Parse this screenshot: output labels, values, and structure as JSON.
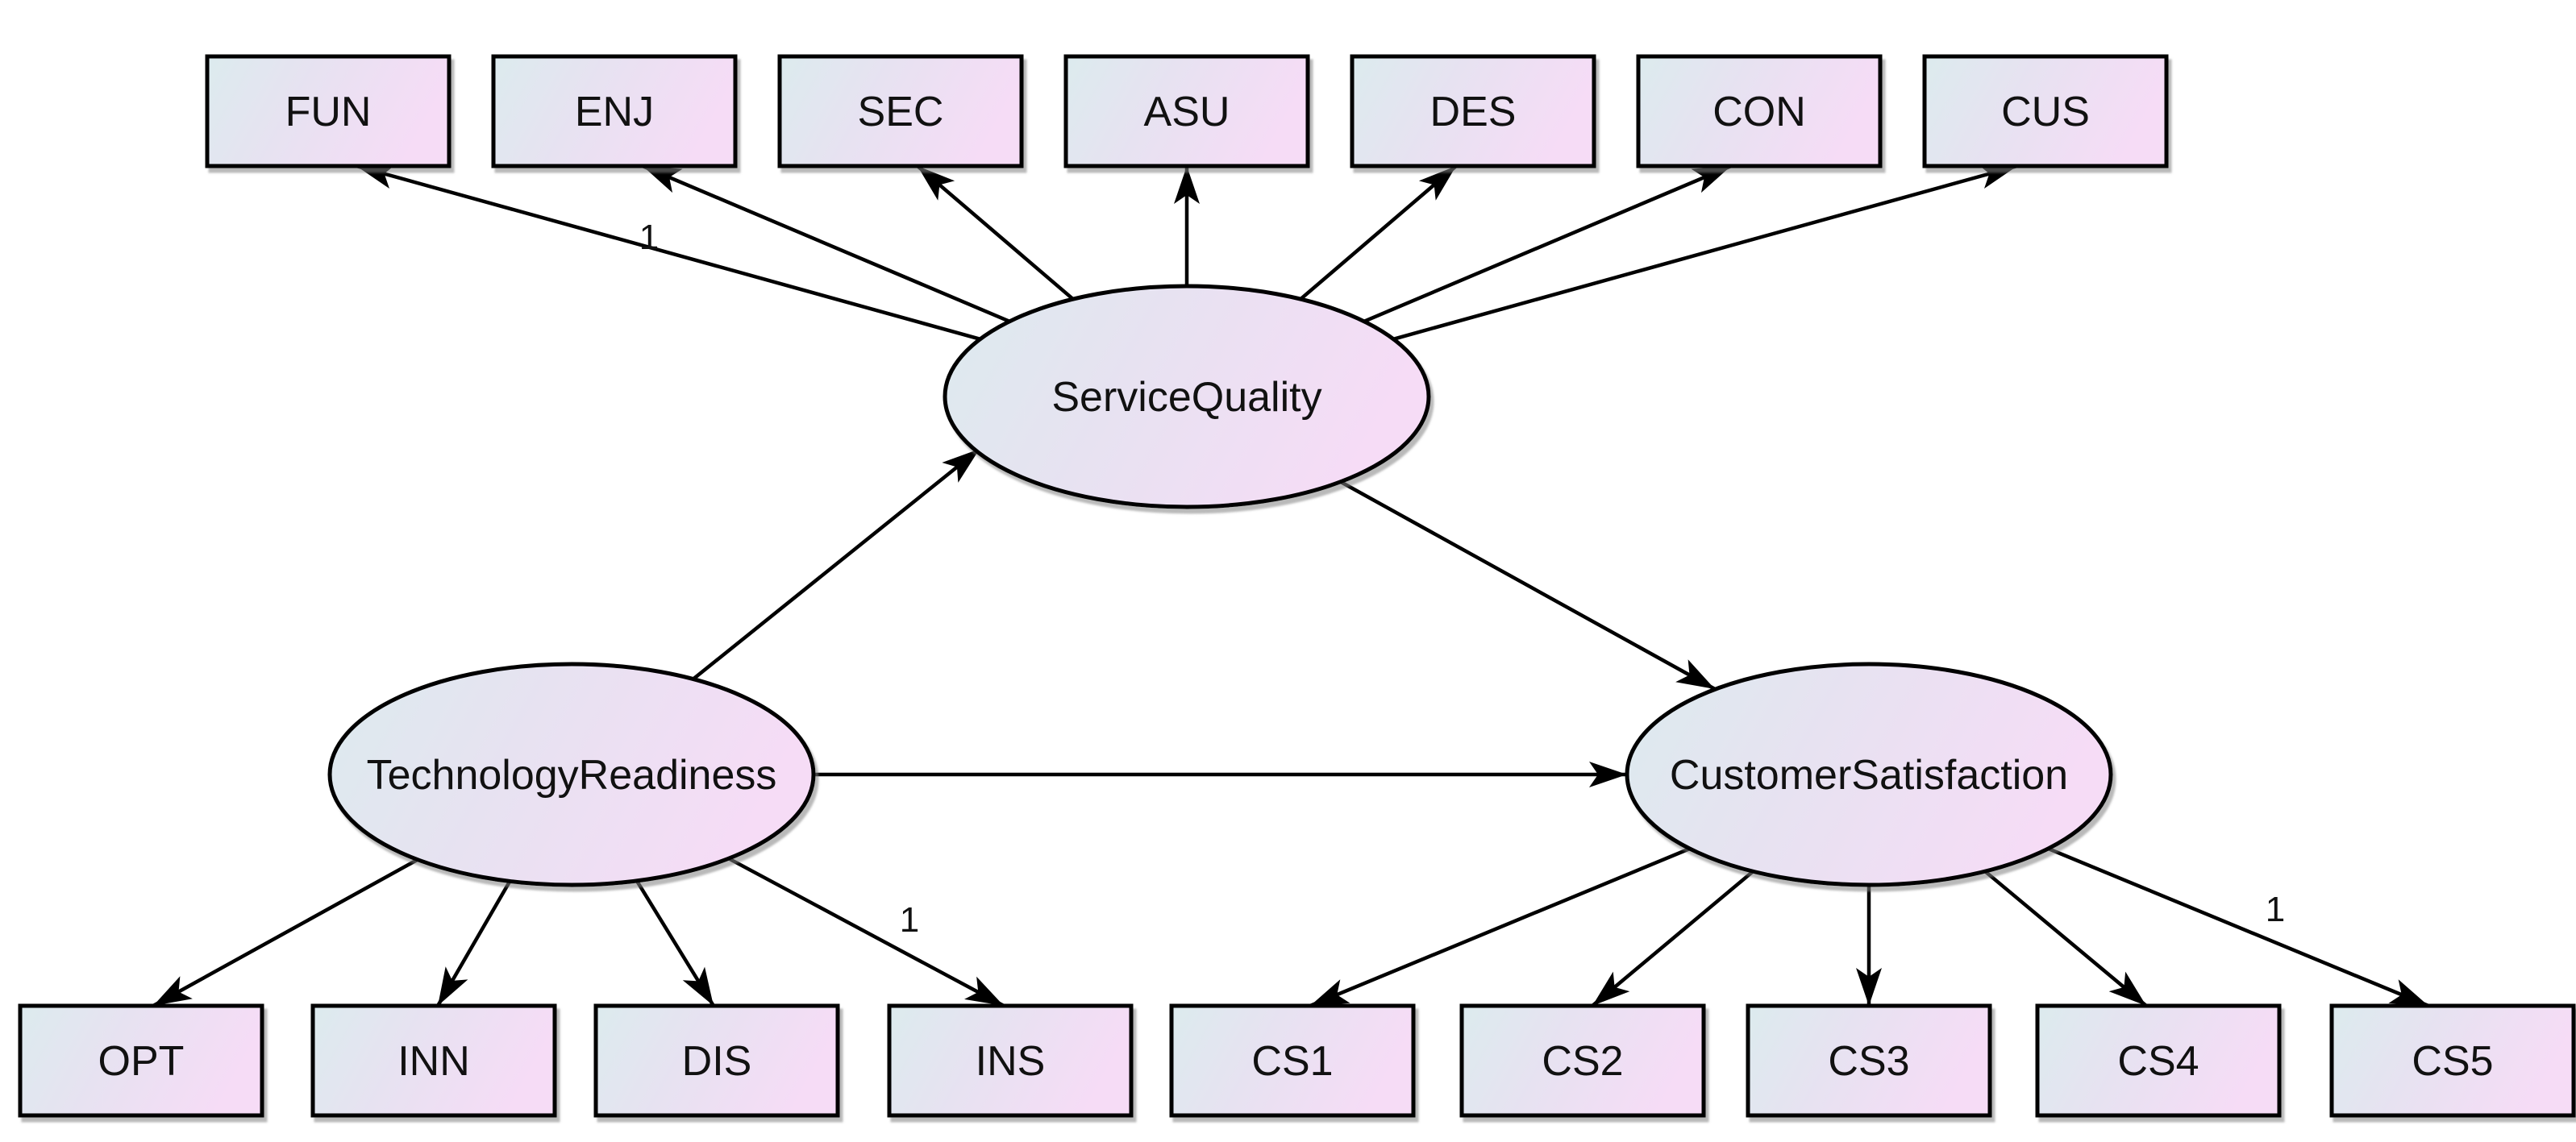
{
  "diagram": {
    "kind": "sem-path-diagram",
    "background_color": "#ffffff",
    "edge_color": "#000000",
    "node_border_color": "#000000",
    "node_gradient": {
      "left": "#dcebee",
      "middle": "#e7e2f1",
      "right": "#f6dcf6"
    },
    "latent_nodes": [
      {
        "id": "ServiceQuality",
        "label": "ServiceQuality",
        "shape": "ellipse"
      },
      {
        "id": "TechnologyReadiness",
        "label": "TechnologyReadiness",
        "shape": "ellipse"
      },
      {
        "id": "CustomerSatisfaction",
        "label": "CustomerSatisfaction",
        "shape": "ellipse"
      }
    ],
    "observed_nodes": {
      "service_quality_indicators": [
        {
          "label": "FUN"
        },
        {
          "label": "ENJ"
        },
        {
          "label": "SEC"
        },
        {
          "label": "ASU"
        },
        {
          "label": "DES"
        },
        {
          "label": "CON"
        },
        {
          "label": "CUS"
        }
      ],
      "technology_readiness_indicators": [
        {
          "label": "OPT"
        },
        {
          "label": "INN"
        },
        {
          "label": "DIS"
        },
        {
          "label": "INS"
        }
      ],
      "customer_satisfaction_indicators": [
        {
          "label": "CS1"
        },
        {
          "label": "CS2"
        },
        {
          "label": "CS3"
        },
        {
          "label": "CS4"
        },
        {
          "label": "CS5"
        }
      ]
    },
    "edges": [
      {
        "from": "ServiceQuality",
        "to": "FUN",
        "label": "1"
      },
      {
        "from": "ServiceQuality",
        "to": "ENJ",
        "label": ""
      },
      {
        "from": "ServiceQuality",
        "to": "SEC",
        "label": ""
      },
      {
        "from": "ServiceQuality",
        "to": "ASU",
        "label": ""
      },
      {
        "from": "ServiceQuality",
        "to": "DES",
        "label": ""
      },
      {
        "from": "ServiceQuality",
        "to": "CON",
        "label": ""
      },
      {
        "from": "ServiceQuality",
        "to": "CUS",
        "label": ""
      },
      {
        "from": "TechnologyReadiness",
        "to": "OPT",
        "label": ""
      },
      {
        "from": "TechnologyReadiness",
        "to": "INN",
        "label": ""
      },
      {
        "from": "TechnologyReadiness",
        "to": "DIS",
        "label": ""
      },
      {
        "from": "TechnologyReadiness",
        "to": "INS",
        "label": "1"
      },
      {
        "from": "CustomerSatisfaction",
        "to": "CS1",
        "label": ""
      },
      {
        "from": "CustomerSatisfaction",
        "to": "CS2",
        "label": ""
      },
      {
        "from": "CustomerSatisfaction",
        "to": "CS3",
        "label": ""
      },
      {
        "from": "CustomerSatisfaction",
        "to": "CS4",
        "label": ""
      },
      {
        "from": "CustomerSatisfaction",
        "to": "CS5",
        "label": "1"
      },
      {
        "from": "TechnologyReadiness",
        "to": "ServiceQuality",
        "label": ""
      },
      {
        "from": "TechnologyReadiness",
        "to": "CustomerSatisfaction",
        "label": ""
      },
      {
        "from": "ServiceQuality",
        "to": "CustomerSatisfaction",
        "label": ""
      }
    ]
  }
}
